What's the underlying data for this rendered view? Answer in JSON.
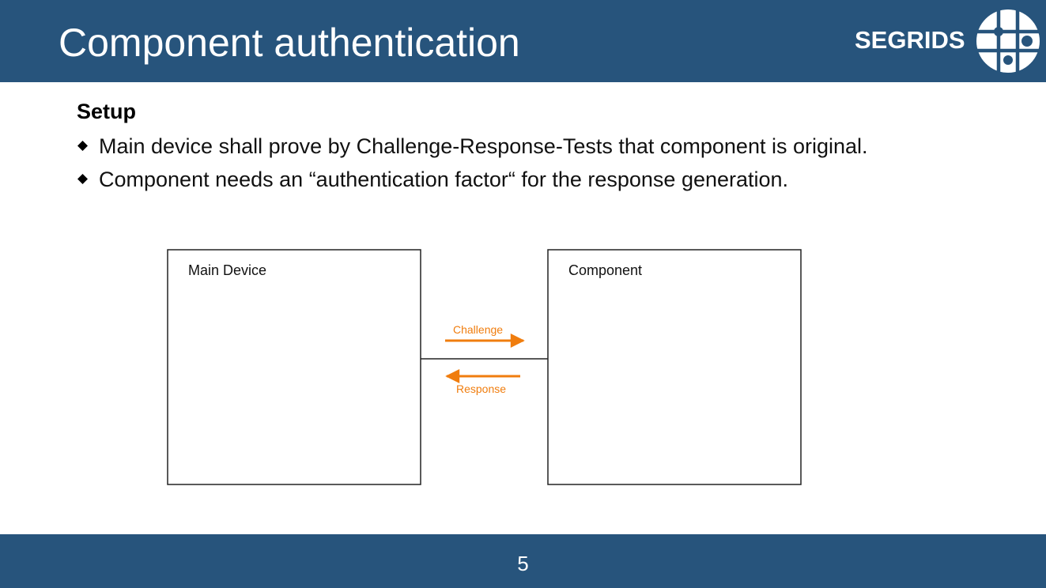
{
  "header": {
    "title": "Component authentication",
    "logo_text": "SEGRIDS",
    "background": "#27547c"
  },
  "content": {
    "heading": "Setup",
    "bullets": [
      "Main device shall prove by Challenge-Response-Tests that component is original.",
      "Component needs an “authentication factor“ for the response generation."
    ]
  },
  "diagram": {
    "left_box_label": "Main Device",
    "right_box_label": "Component",
    "challenge_label": "Challenge",
    "response_label": "Response",
    "arrow_color": "#f07d0e"
  },
  "footer": {
    "page_number": "5",
    "background": "#27547c"
  }
}
